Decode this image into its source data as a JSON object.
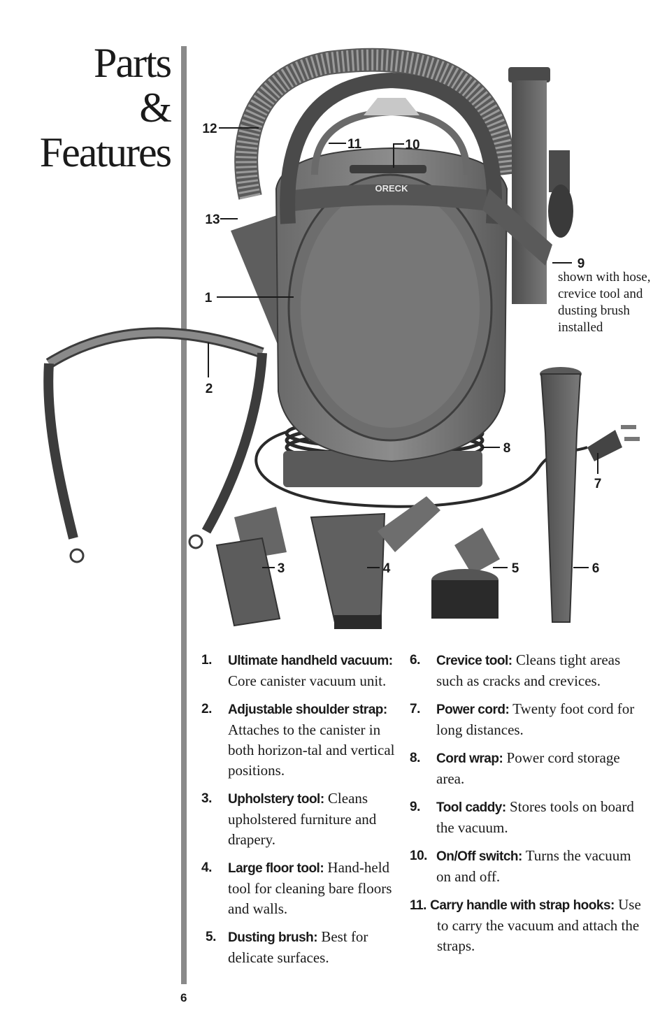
{
  "title": {
    "line1": "Parts",
    "line2": "&",
    "line3": "Features"
  },
  "page_number": "6",
  "brand_label": "ORECK",
  "callouts": [
    "1",
    "2",
    "3",
    "4",
    "5",
    "6",
    "7",
    "8",
    "9",
    "10",
    "11",
    "12",
    "13"
  ],
  "callout_note": "shown with hose, crevice tool and dusting brush installed",
  "items": [
    {
      "num": "1.",
      "term": "Ultimate handheld vacuum:",
      "desc": " Core canister vacuum unit."
    },
    {
      "num": "2.",
      "term": "Adjustable shoulder strap:",
      "desc": " Attaches to the canister in both horizon-tal and vertical positions."
    },
    {
      "num": "3.",
      "term": "Upholstery tool:",
      "desc": " Cleans upholstered furniture and drapery."
    },
    {
      "num": "4.",
      "term": "Large floor tool:",
      "desc": " Hand-held tool for cleaning bare floors and walls."
    },
    {
      "num": "5.",
      "term": "Dusting brush:",
      "desc": " Best for delicate surfaces."
    },
    {
      "num": "6.",
      "term": "Crevice tool:",
      "desc": " Cleans tight areas such as cracks and crevices."
    },
    {
      "num": "7.",
      "term": "Power cord:",
      "desc": " Twenty foot cord for long distances."
    },
    {
      "num": "8.",
      "term": "Cord wrap:",
      "desc": " Power cord storage area."
    },
    {
      "num": "9.",
      "term": "Tool caddy:",
      "desc": " Stores tools on board the vacuum."
    },
    {
      "num": "10.",
      "term": "On/Off switch:",
      "desc": " Turns the vacuum on and off."
    },
    {
      "num": "11.",
      "term": "Carry handle with strap hooks:",
      "desc": " Use to carry the vacuum and attach the straps."
    }
  ]
}
